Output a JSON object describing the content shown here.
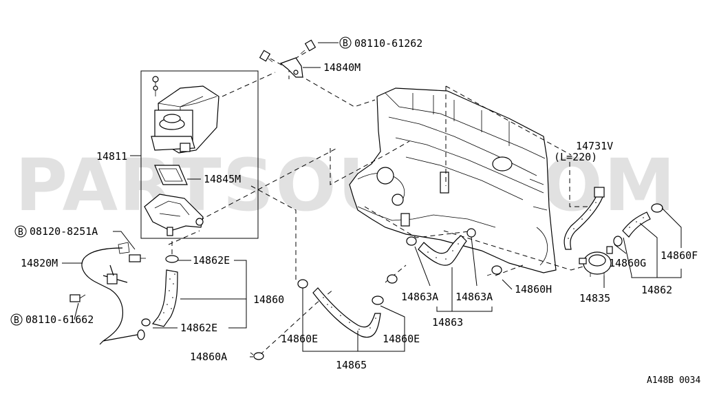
{
  "watermark": "PARTSOUQ.COM",
  "diagram_code": "A148B 0034",
  "bolt_symbol": "B",
  "labels": {
    "bolt_top": "08110-61262",
    "bracket": "14840M",
    "canister_assy": "14811",
    "gasket": "14845M",
    "bolt_mid": "08120-8251A",
    "pipe": "14820M",
    "bolt_low": "08110-61662",
    "clamp_862e_top": "14862E",
    "hose_set_860": "14860",
    "clamp_862e_bot": "14862E",
    "hose_14731v": "14731V",
    "hose_length": "(L=220)",
    "clamp_860g": "14860G",
    "clamp_860f": "14860F",
    "valve": "14835",
    "hose_862": "14862",
    "clamp_860h": "14860H",
    "clamp_863a_left": "14863A",
    "clamp_863a_right": "14863A",
    "hose_863": "14863",
    "clamp_860e_left": "14860E",
    "clamp_860e_right": "14860E",
    "hose_865": "14865",
    "clamp_860a": "14860A"
  }
}
